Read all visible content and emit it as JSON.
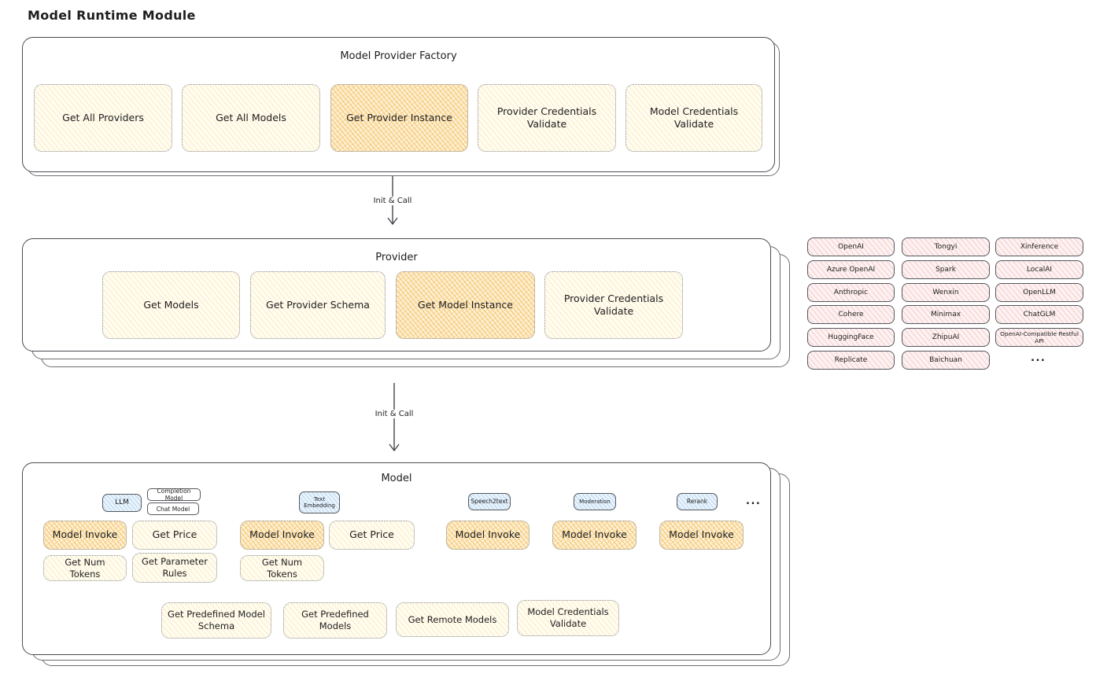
{
  "title": "Model Runtime Module",
  "colors": {
    "highlight_orange": "#f2b242",
    "yellow_light": "#fff4d6",
    "provider_pink": "#fbe7e7",
    "type_blue": "#d9ecfa",
    "stroke": "#43464b"
  },
  "factory": {
    "title": "Model Provider Factory",
    "items": [
      {
        "label": "Get All Providers",
        "highlight": false
      },
      {
        "label": "Get All Models",
        "highlight": false
      },
      {
        "label": "Get Provider Instance",
        "highlight": true
      },
      {
        "label": "Provider Credentials Validate",
        "highlight": false
      },
      {
        "label": "Model Credentials Validate",
        "highlight": false
      }
    ]
  },
  "arrow1": {
    "label": "Init & Call"
  },
  "arrow2": {
    "label": "Init & Call"
  },
  "provider": {
    "title": "Provider",
    "items": [
      {
        "label": "Get Models",
        "highlight": false
      },
      {
        "label": "Get Provider Schema",
        "highlight": false
      },
      {
        "label": "Get Model Instance",
        "highlight": true
      },
      {
        "label": "Provider Credentials Validate",
        "highlight": false
      }
    ]
  },
  "providers_list": {
    "rows": [
      [
        "OpenAI",
        "Tongyi",
        "Xinference"
      ],
      [
        "Azure OpenAI",
        "Spark",
        "LocalAI"
      ],
      [
        "Anthropic",
        "Wenxin",
        "OpenLLM"
      ],
      [
        "Cohere",
        "Minimax",
        "ChatGLM"
      ],
      [
        "HuggingFace",
        "ZhipuAI",
        "OpenAI-Compatible Restful API"
      ],
      [
        "Replicate",
        "Baichuan"
      ]
    ],
    "more": "..."
  },
  "model": {
    "title": "Model",
    "more": "...",
    "types": {
      "llm": "LLM",
      "completion": "Completion Model",
      "chat": "Chat Model",
      "text_embedding": "Text Embedding",
      "speech2text": "Speech2text",
      "moderation": "Moderation",
      "rerank": "Rerank"
    },
    "functions": {
      "model_invoke": "Model Invoke",
      "get_price": "Get Price",
      "get_num_tokens": "Get Num Tokens",
      "get_parameter_rules": "Get Parameter Rules"
    },
    "bottom": [
      "Get Predefined Model Schema",
      "Get Predefined Models",
      "Get Remote Models",
      "Model Credentials Validate"
    ]
  }
}
